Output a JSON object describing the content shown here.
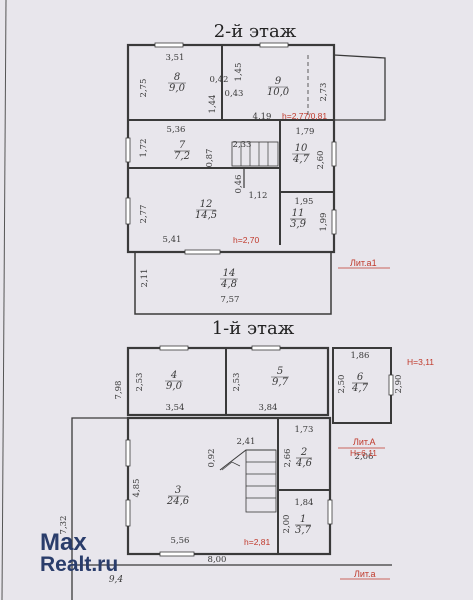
{
  "floor2": {
    "title": "2-й этаж",
    "rooms": [
      {
        "no": "8",
        "area": "9,0"
      },
      {
        "no": "9",
        "area": "10,0"
      },
      {
        "no": "7",
        "area": "7,2"
      },
      {
        "no": "10",
        "area": "4,7"
      },
      {
        "no": "12",
        "area": "14,5"
      },
      {
        "no": "11",
        "area": "3,9"
      },
      {
        "no": "14",
        "area": "4,8"
      }
    ],
    "dims": [
      "3,51",
      "2,75",
      "0,42",
      "1,45",
      "0,43",
      "1,44",
      "2,73",
      "4,19",
      "5,36",
      "1,72",
      "0,87",
      "2,33",
      "1,79",
      "2,60",
      "0,46",
      "1,12",
      "2,77",
      "1,95",
      "1,99",
      "5,41",
      "2,11",
      "7,57"
    ],
    "heights": [
      "h=2,77/0,81",
      "h=2,70"
    ],
    "lit": "Лит.а1"
  },
  "floor1": {
    "title": "1-й этаж",
    "rooms": [
      {
        "no": "4",
        "area": "9,0"
      },
      {
        "no": "5",
        "area": "9,7"
      },
      {
        "no": "6",
        "area": "4,7"
      },
      {
        "no": "3",
        "area": "24,6"
      },
      {
        "no": "2",
        "area": "4,6"
      },
      {
        "no": "1",
        "area": "3,7"
      }
    ],
    "dims": [
      "7,98",
      "2,53",
      "2,53",
      "1,86",
      "2,50",
      "2,90",
      "3,54",
      "3,84",
      "2,41",
      "1,73",
      "0,92",
      "2,66",
      "2,06",
      "4,85",
      "1,84",
      "2,00",
      "5,56",
      "7,32",
      "8,00"
    ],
    "heights": [
      "H=3,11",
      "H=6,11",
      "h=2,81"
    ],
    "lit_a": "Лит.А",
    "lit_small": "Лит.а",
    "outside_area": "9,4"
  },
  "watermark": {
    "max": "Max",
    "realt": "Realt.ru"
  },
  "colors": {
    "line": "#3a3a3a",
    "red": "#c0392b",
    "paper": "#e8e6ec",
    "brand": "#2a3d6b"
  }
}
